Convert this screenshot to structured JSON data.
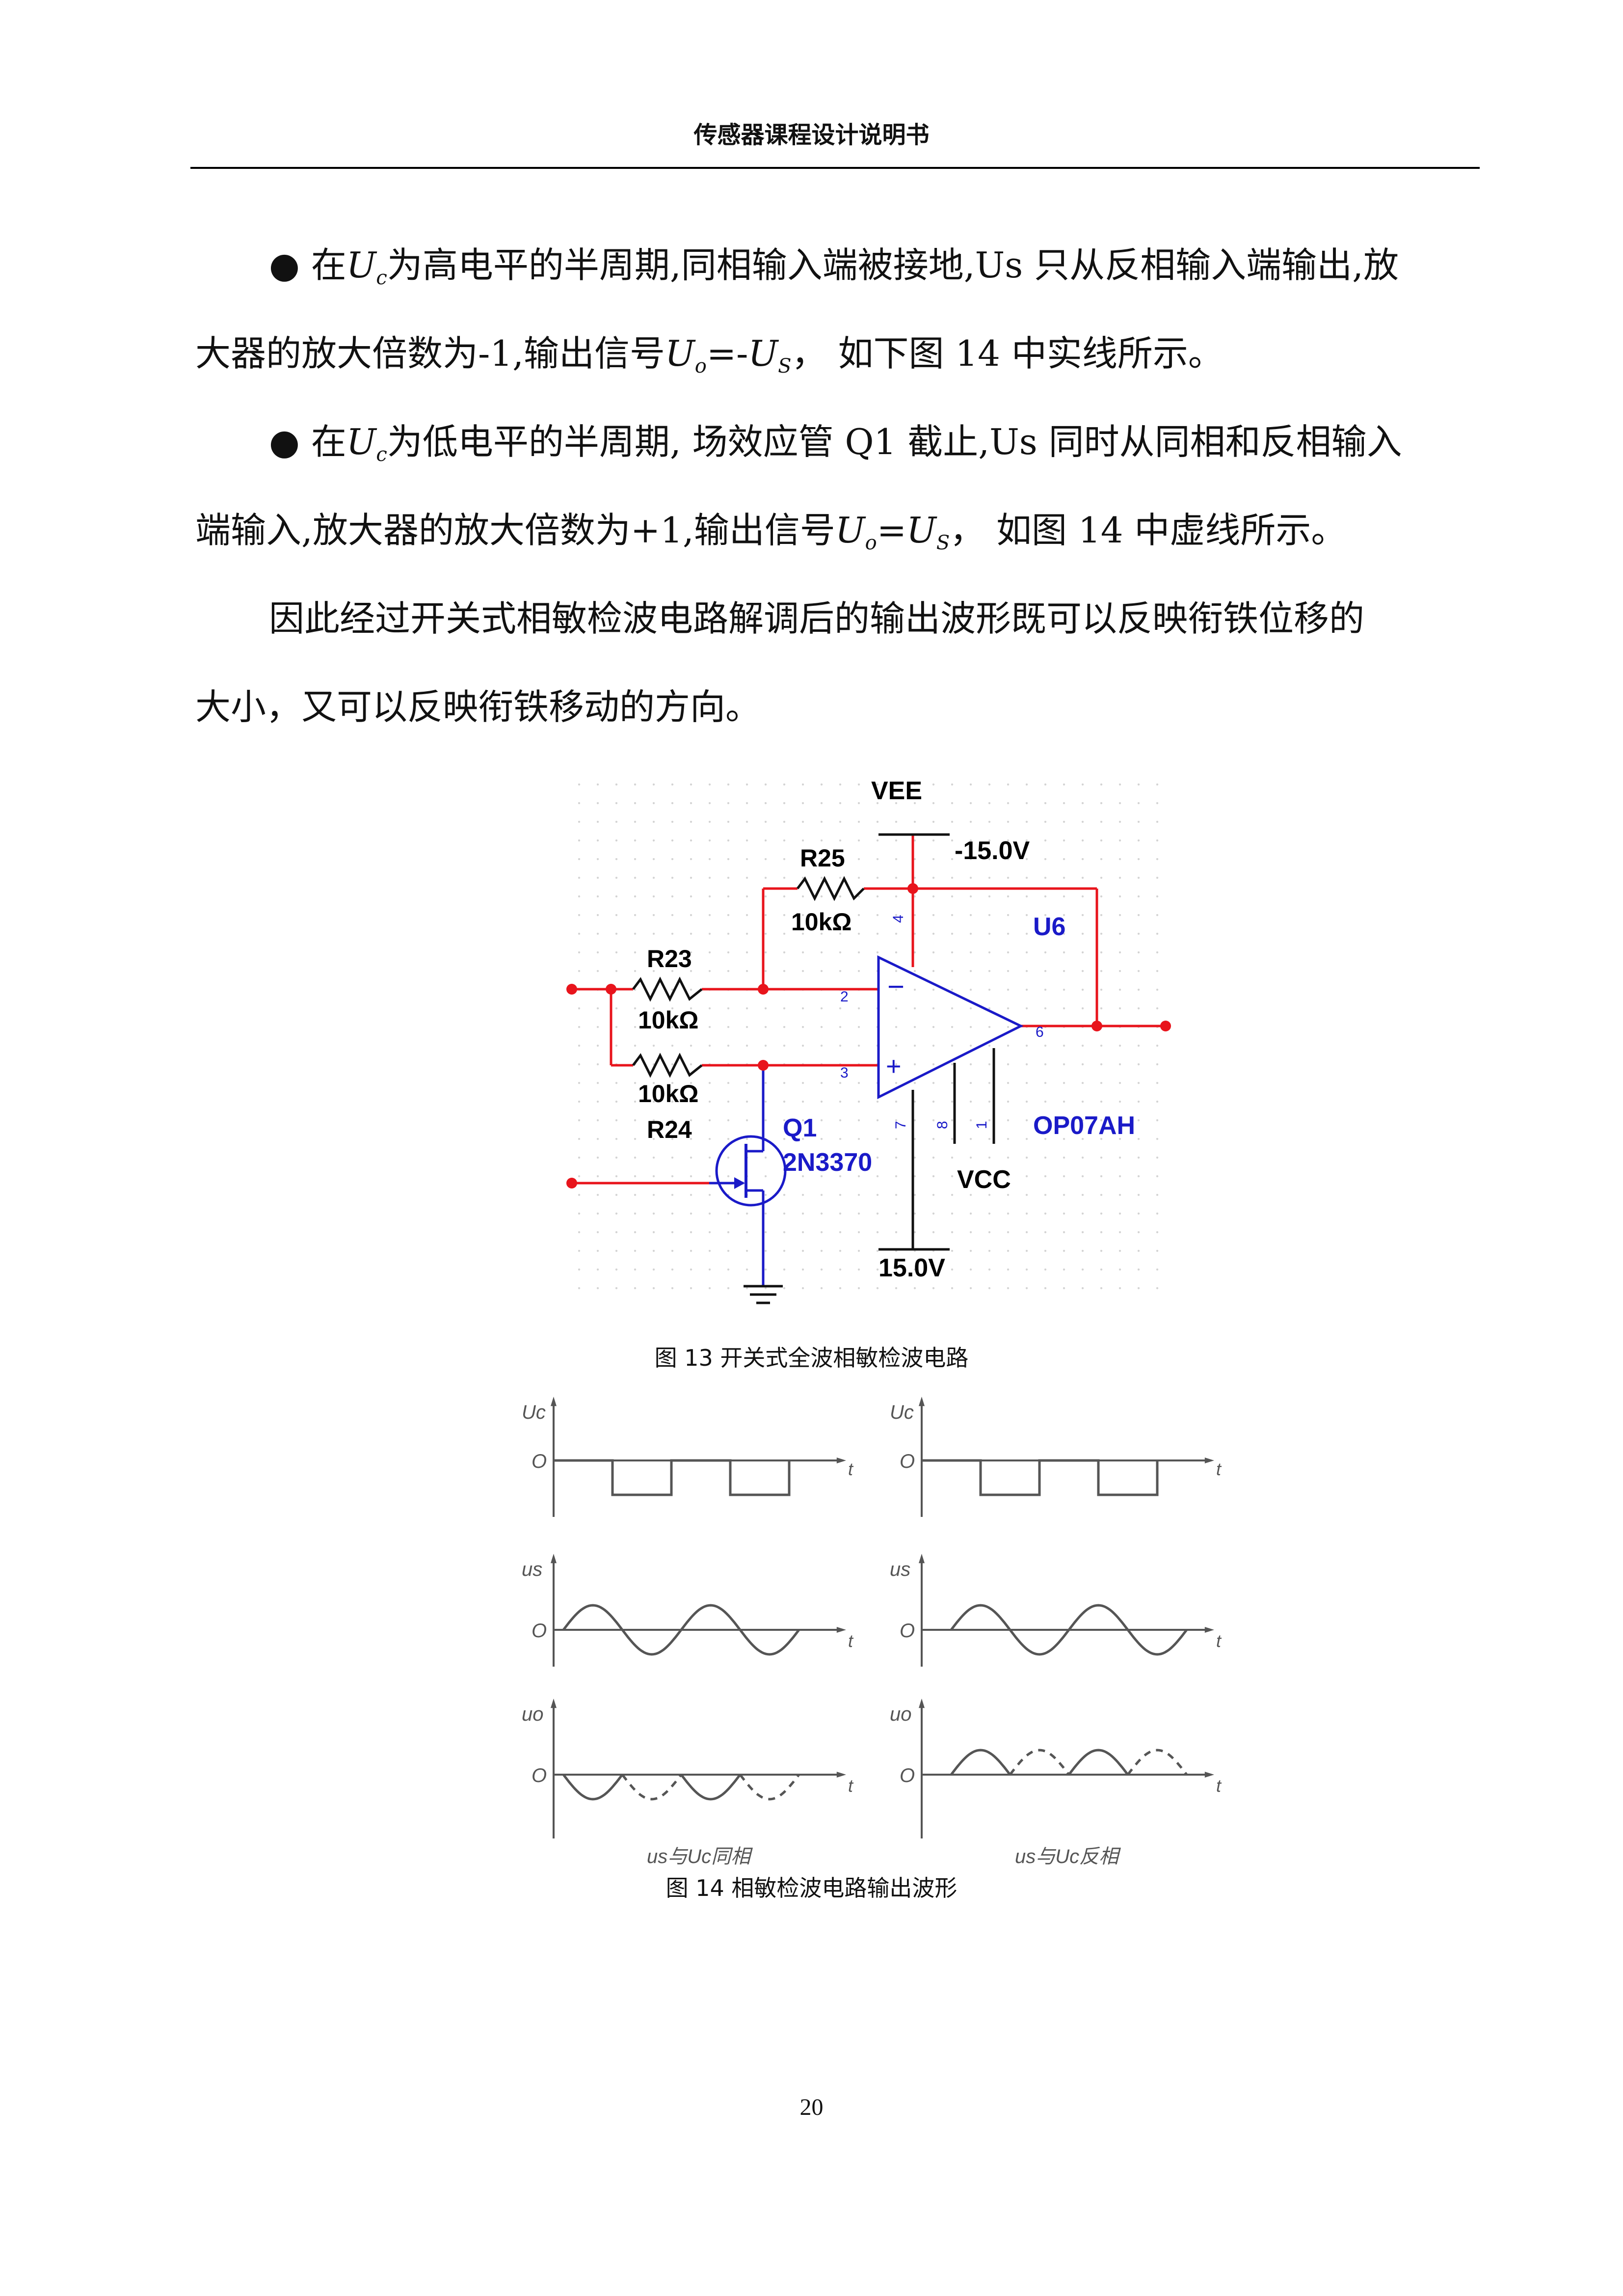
{
  "header": {
    "title": "传感器课程设计说明书"
  },
  "paragraphs": {
    "p1": {
      "bullet": "●",
      "t1": " 在",
      "var1": "U",
      "var1_sub": "c",
      "t2": "为高电平的半周期,同相输入端被接地,Us 只从反相输入端输出,放",
      "t3": "大器的放大倍数为-1,输出信号",
      "var2": "U",
      "var2_sub": "o",
      "t4": "=-",
      "var3": "U",
      "var3_sub": "S",
      "t5": "， 如下图  14 中实线所示。"
    },
    "p2": {
      "bullet": "●",
      "t1": " 在",
      "var1": "U",
      "var1_sub": "c",
      "t2": "为低电平的半周期, 场效应管 Q1 截止,Us 同时从同相和反相输入",
      "t3": "端输入,放大器的放大倍数为+1,输出信号",
      "var2": "U",
      "var2_sub": "o",
      "t4": "=",
      "var3": "U",
      "var3_sub": "S",
      "t5": "， 如图  14 中虚线所示。"
    },
    "p3": {
      "line1": "因此经过开关式相敏检波电路解调后的输出波形既可以反映衔铁位移的",
      "line2": "大小，又可以反映衔铁移动的方向。"
    }
  },
  "circuit": {
    "vee_label": "VEE",
    "vee_value": "-15.0V",
    "r25_name": "R25",
    "r25_value": "10kΩ",
    "r23_name": "R23",
    "r23_value": "10kΩ",
    "r24_name": "R24",
    "r24_value": "10kΩ",
    "u6_name": "U6",
    "u6_model": "OP07AH",
    "q1_name": "Q1",
    "q1_model": "2N3370",
    "vcc_label": "VCC",
    "vcc_value": "15.0V",
    "minus_sign": "−",
    "plus_sign": "+",
    "pin2": "2",
    "pin3": "3",
    "pin4": "4",
    "pin6": "6",
    "pin7": "7",
    "pin8": "8",
    "pin1": "1",
    "wire_color": "#e8141c",
    "component_color": "#1a1ac8",
    "label_color": "#000000"
  },
  "figure13": {
    "caption": "图  13 开关式全波相敏检波电路"
  },
  "waveforms": {
    "left": {
      "uc_label": "Uc",
      "us_label": "us",
      "uo_label": "uo",
      "origin": "O",
      "t_label": "t",
      "caption": "us与Uc同相"
    },
    "right": {
      "uc_label": "Uc",
      "us_label": "us",
      "uo_label": "uo",
      "origin": "O",
      "t_label": "t",
      "caption": "us与Uc反相"
    }
  },
  "figure14": {
    "caption": "图  14 相敏检波电路输出波形"
  },
  "page_number": "20"
}
